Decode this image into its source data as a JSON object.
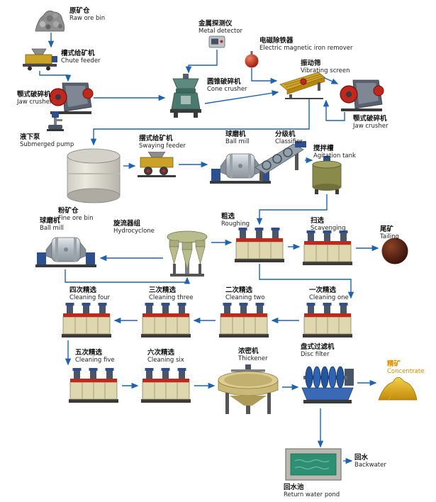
{
  "diagram": {
    "type": "process-flow-diagram",
    "subject": "Mineral processing / ore beneficiation flowsheet"
  },
  "colors": {
    "background": "#ffffff",
    "connector": "#1f63ae",
    "label_text": "#111111",
    "english_text": "#222222",
    "concentrate_label": "#d98f00",
    "flotation_body": "#ded7b0",
    "flotation_stripe": "#c0271d",
    "machine_yellow": "#c9a227",
    "machine_blue": "#2e4f8f"
  },
  "nodes": {
    "raw_ore_bin": {
      "zh": "原矿仓",
      "en": "Raw ore bin",
      "icon": "rock-pile"
    },
    "chute_feeder": {
      "zh": "槽式给矿机",
      "en": "Chute feeder",
      "icon": "chute-feeder"
    },
    "jaw_crusher_1": {
      "zh": "颚式破碎机",
      "en": "Jaw crusher",
      "icon": "jaw-crusher"
    },
    "metal_detector": {
      "zh": "金属探测仪",
      "en": "Metal detector",
      "icon": "metal-detector"
    },
    "cone_crusher": {
      "zh": "圆锥破碎机",
      "en": "Cone crusher",
      "icon": "cone-crusher"
    },
    "iron_remover": {
      "zh": "电磁除铁器",
      "en": "Electric magnetic iron remover",
      "icon": "electromagnet-ball"
    },
    "vibrating_screen": {
      "zh": "振动筛",
      "en": "Vibrating screen",
      "icon": "vibrating-screen"
    },
    "jaw_crusher_2": {
      "zh": "颚式破碎机",
      "en": "Jaw crusher",
      "icon": "jaw-crusher"
    },
    "submerged_pump": {
      "zh": "液下泵",
      "en": "Submerged pump",
      "icon": "submerged-pump"
    },
    "swaying_feeder": {
      "zh": "摆式给矿机",
      "en": "Swaying feeder",
      "icon": "swaying-feeder"
    },
    "ball_mill_1": {
      "zh": "球磨机",
      "en": "Ball mill",
      "icon": "ball-mill"
    },
    "classifier": {
      "zh": "分级机",
      "en": "Classifier",
      "icon": "spiral-classifier"
    },
    "agitation_tank": {
      "zh": "搅拌槽",
      "en": "Agitation tank",
      "icon": "agitation-tank"
    },
    "fine_ore_bin": {
      "zh": "粉矿仓",
      "en": "Fine ore bin",
      "icon": "ore-bin-cylinder"
    },
    "ball_mill_2": {
      "zh": "球磨机",
      "en": "Ball mill",
      "icon": "ball-mill"
    },
    "hydrocyclone": {
      "zh": "旋流器组",
      "en": "Hydrocyclone",
      "icon": "hydrocyclone-cluster"
    },
    "roughing": {
      "zh": "粗选",
      "en": "Roughing",
      "icon": "flotation-cells"
    },
    "scavenging": {
      "zh": "扫选",
      "en": "Scavenging",
      "icon": "flotation-cells"
    },
    "tailing": {
      "zh": "尾矿",
      "en": "Tailing",
      "icon": "tailing-sphere"
    },
    "cleaning_four": {
      "zh": "四次精选",
      "en": "Cleaning four",
      "icon": "flotation-cells"
    },
    "cleaning_three": {
      "zh": "三次精选",
      "en": "Cleaning three",
      "icon": "flotation-cells"
    },
    "cleaning_two": {
      "zh": "二次精选",
      "en": "Cleaning two",
      "icon": "flotation-cells"
    },
    "cleaning_one": {
      "zh": "一次精选",
      "en": "Cleaning one",
      "icon": "flotation-cells"
    },
    "cleaning_five": {
      "zh": "五次精选",
      "en": "Cleaning five",
      "icon": "flotation-cells"
    },
    "cleaning_six": {
      "zh": "六次精选",
      "en": "Cleaning six",
      "icon": "flotation-cells"
    },
    "thickener": {
      "zh": "浓密机",
      "en": "Thickener",
      "icon": "thickener-tank"
    },
    "disc_filter": {
      "zh": "盘式过滤机",
      "en": "Disc filter",
      "icon": "disc-filter"
    },
    "concentrate": {
      "zh": "精矿",
      "en": "Concentrate",
      "icon": "concentrate-pile"
    },
    "backwater": {
      "zh": "回水",
      "en": "Backwater"
    },
    "return_water_pond": {
      "zh": "回水池",
      "en": "Return water pond",
      "icon": "water-pond"
    }
  },
  "edges": [
    [
      "raw_ore_bin",
      "chute_feeder"
    ],
    [
      "chute_feeder",
      "jaw_crusher_1"
    ],
    [
      "jaw_crusher_1",
      "cone_crusher"
    ],
    [
      "metal_detector",
      "cone_crusher"
    ],
    [
      "iron_remover",
      "vibrating_screen"
    ],
    [
      "cone_crusher",
      "vibrating_screen"
    ],
    [
      "vibrating_screen",
      "jaw_crusher_2"
    ],
    [
      "jaw_crusher_2",
      "vibrating_screen"
    ],
    [
      "vibrating_screen",
      "fine_ore_bin"
    ],
    [
      "fine_ore_bin",
      "swaying_feeder"
    ],
    [
      "swaying_feeder",
      "ball_mill_1"
    ],
    [
      "classifier",
      "agitation_tank"
    ],
    [
      "agitation_tank",
      "roughing"
    ],
    [
      "hydrocyclone",
      "roughing"
    ],
    [
      "hydrocyclone",
      "ball_mill_2"
    ],
    [
      "ball_mill_2",
      "hydrocyclone"
    ],
    [
      "roughing",
      "scavenging"
    ],
    [
      "scavenging",
      "tailing"
    ],
    [
      "roughing",
      "cleaning_one"
    ],
    [
      "cleaning_one",
      "cleaning_two"
    ],
    [
      "cleaning_two",
      "cleaning_three"
    ],
    [
      "cleaning_three",
      "cleaning_four"
    ],
    [
      "cleaning_four",
      "cleaning_five"
    ],
    [
      "cleaning_five",
      "cleaning_six"
    ],
    [
      "cleaning_six",
      "thickener"
    ],
    [
      "thickener",
      "disc_filter"
    ],
    [
      "disc_filter",
      "concentrate"
    ],
    [
      "disc_filter",
      "return_water_pond"
    ],
    [
      "return_water_pond",
      "backwater"
    ]
  ]
}
